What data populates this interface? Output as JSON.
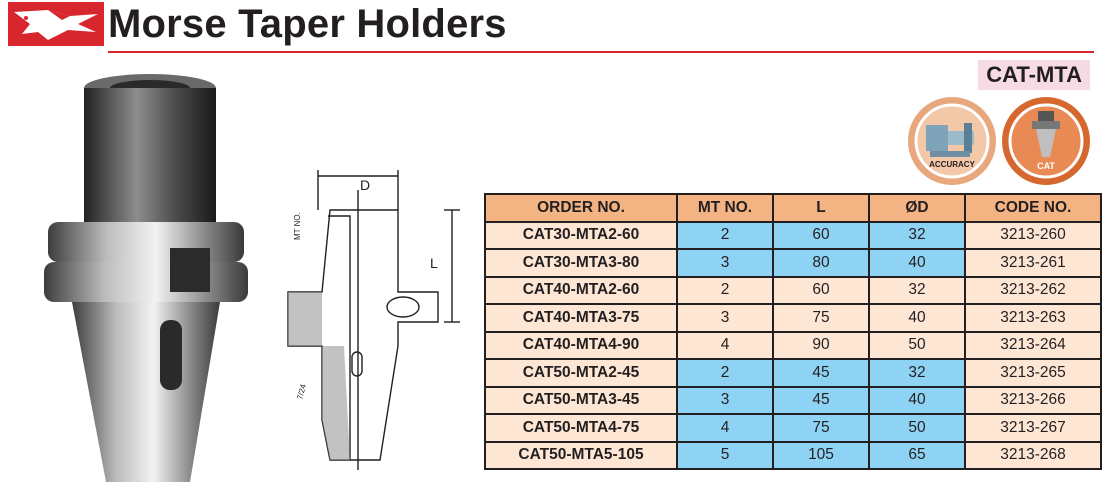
{
  "page": {
    "title": "Morse Taper Holders",
    "series_code": "CAT-MTA"
  },
  "badges": [
    {
      "label": "ACCURACY",
      "icon": "accuracy-machining-icon"
    },
    {
      "label": "CAT",
      "icon": "cat-taper-icon"
    }
  ],
  "drawing": {
    "dim_d": "D",
    "dim_l": "L",
    "mt_no_label": "MT NO.",
    "taper_label": "7/24"
  },
  "colors": {
    "brand_red": "#d7262d",
    "header_orange": "#f4b383",
    "row_peach": "#fde6d4",
    "row_blue": "#8fd3f4",
    "series_pink": "#f6dbe7"
  },
  "table": {
    "headers": [
      "ORDER NO.",
      "MT NO.",
      "L",
      "ØD",
      "CODE NO."
    ],
    "rows": [
      {
        "order": "CAT30-MTA2-60",
        "mt": "2",
        "l": "60",
        "d": "32",
        "code": "3213-260",
        "shade": "blue"
      },
      {
        "order": "CAT30-MTA3-80",
        "mt": "3",
        "l": "80",
        "d": "40",
        "code": "3213-261",
        "shade": "blue"
      },
      {
        "order": "CAT40-MTA2-60",
        "mt": "2",
        "l": "60",
        "d": "32",
        "code": "3213-262",
        "shade": "peach"
      },
      {
        "order": "CAT40-MTA3-75",
        "mt": "3",
        "l": "75",
        "d": "40",
        "code": "3213-263",
        "shade": "peach"
      },
      {
        "order": "CAT40-MTA4-90",
        "mt": "4",
        "l": "90",
        "d": "50",
        "code": "3213-264",
        "shade": "peach"
      },
      {
        "order": "CAT50-MTA2-45",
        "mt": "2",
        "l": "45",
        "d": "32",
        "code": "3213-265",
        "shade": "blue"
      },
      {
        "order": "CAT50-MTA3-45",
        "mt": "3",
        "l": "45",
        "d": "40",
        "code": "3213-266",
        "shade": "blue"
      },
      {
        "order": "CAT50-MTA4-75",
        "mt": "4",
        "l": "75",
        "d": "50",
        "code": "3213-267",
        "shade": "blue"
      },
      {
        "order": "CAT50-MTA5-105",
        "mt": "5",
        "l": "105",
        "d": "65",
        "code": "3213-268",
        "shade": "blue"
      }
    ]
  }
}
